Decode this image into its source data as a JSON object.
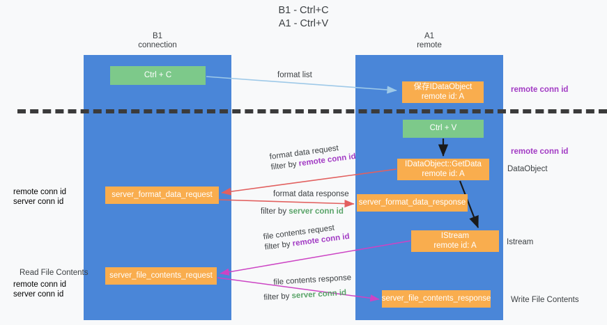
{
  "title": {
    "line1": "B1 - Ctrl+C",
    "line2": "A1 - Ctrl+V"
  },
  "lanes": [
    {
      "id": "b1",
      "name": "B1",
      "role": "connection"
    },
    {
      "id": "a1",
      "name": "A1",
      "role": "remote"
    }
  ],
  "nodes": {
    "ctrl_c": {
      "line1": "Ctrl + C",
      "line2": "",
      "color": "#7dc98a"
    },
    "save_ido": {
      "line1": "保存IDataObject",
      "line2": "remote id: A",
      "color": "#f9ad4e"
    },
    "ctrl_v": {
      "line1": "Ctrl + V",
      "line2": "",
      "color": "#7dc98a"
    },
    "get_data": {
      "line1": "IDataObject::GetData",
      "line2": "remote id: A",
      "color": "#f9ad4e"
    },
    "sfd_req": {
      "line1": "server_format_data_request",
      "line2": "",
      "color": "#f9ad4e"
    },
    "sfd_resp": {
      "line1": "server_format_data_response",
      "line2": "",
      "color": "#f9ad4e"
    },
    "istream": {
      "line1": "IStream",
      "line2": "remote id: A",
      "color": "#f9ad4e"
    },
    "sfc_req": {
      "line1": "server_file_contents_request",
      "line2": "",
      "color": "#f9ad4e"
    },
    "sfc_resp": {
      "line1": "server_file_contents_response",
      "line2": "",
      "color": "#f9ad4e"
    }
  },
  "edge_labels": {
    "format_list": "format list",
    "format_data_request": "format data request",
    "format_data_request_filter_prefix": "filter by ",
    "format_data_request_filter_key": "remote conn id",
    "format_data_response": "format data response",
    "format_data_response_filter_prefix": "filter by ",
    "format_data_response_filter_key": "server conn id",
    "file_contents_request": "file contents request",
    "file_contents_request_filter_prefix": "filter by ",
    "file_contents_request_filter_key": "remote conn id",
    "file_contents_response": "file contents response",
    "file_contents_response_filter_prefix": "filter by ",
    "file_contents_response_filter_key": "server conn id"
  },
  "annotations": {
    "remote_conn_id_top": "remote conn id",
    "remote_conn_id_mid": "remote conn id",
    "data_object": "DataObject",
    "istream": "Istream",
    "write_file_contents": "Write File Contents",
    "read_file_contents": "Read File Contents",
    "remote_conn_id_left_a": "remote conn id",
    "server_conn_id_left_a": "server conn id",
    "remote_conn_id_left_b": "remote conn id",
    "server_conn_id_left_b": "server conn id"
  },
  "colors": {
    "lane": "#4a86d8",
    "node_green": "#7dc98a",
    "node_orange": "#f9ad4e",
    "remote_conn_id": "#a23bc4",
    "server_conn_id": "#5aa469",
    "arrow_light_blue": "#9ec9e8",
    "arrow_red": "#e2605f",
    "arrow_magenta": "#cc44c4",
    "arrow_black": "#1a1a1a",
    "divider": "#3b3b3b",
    "background": "#f8f9fa"
  }
}
